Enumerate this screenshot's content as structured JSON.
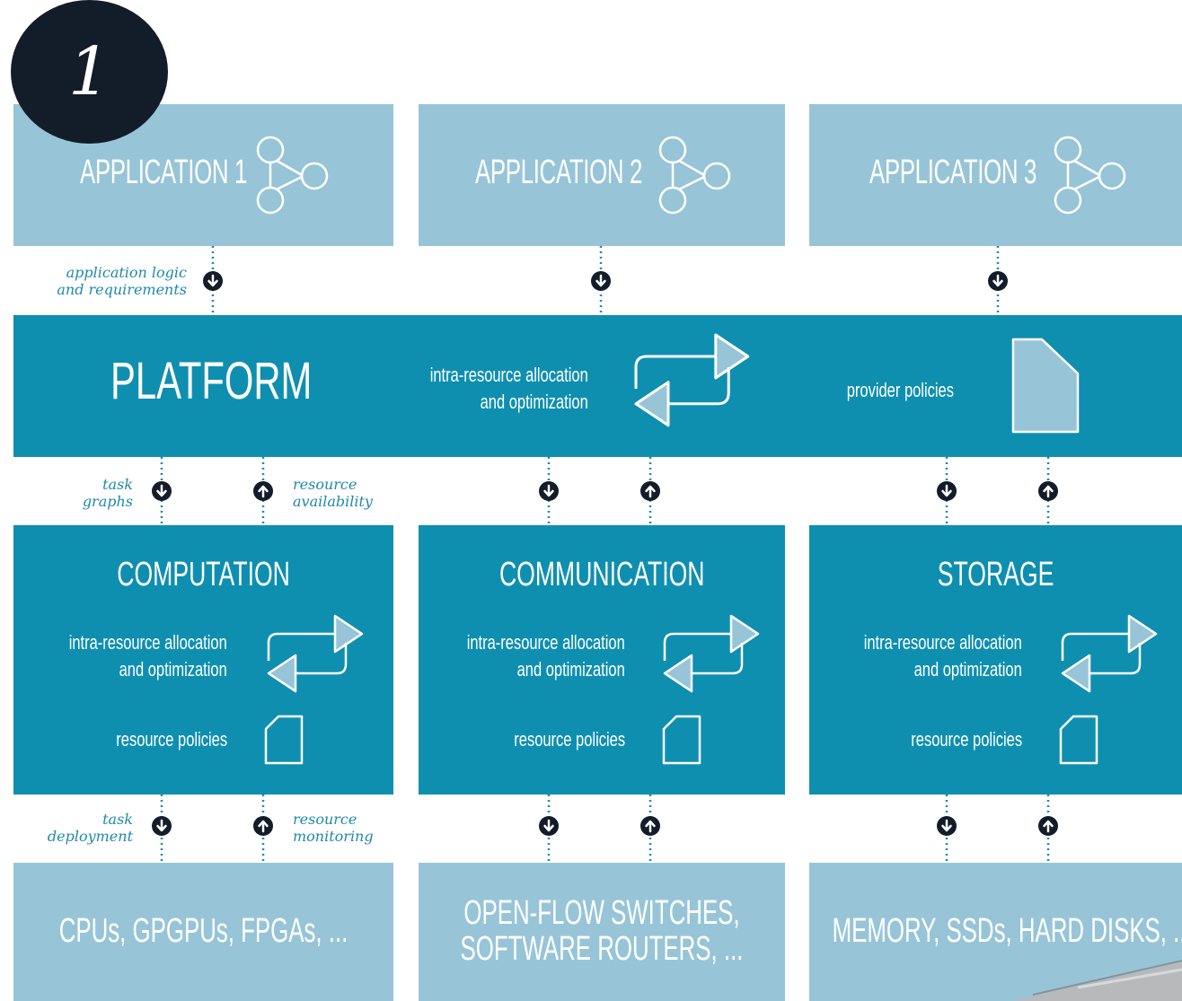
{
  "badge": "1",
  "applications": [
    {
      "title": "APPLICATION 1"
    },
    {
      "title": "APPLICATION 2"
    },
    {
      "title": "APPLICATION 3"
    }
  ],
  "app_connector_label": "application logic\nand requirements",
  "platform": {
    "title": "PLATFORM",
    "allocation": "intra-resource allocation\nand optimization",
    "policies": "provider policies"
  },
  "platform_connector_labels": {
    "down": "task\ngraphs",
    "up": "resource\navailability"
  },
  "resources": [
    {
      "title": "COMPUTATION",
      "allocation": "intra-resource allocation\nand optimization",
      "policies": "resource policies"
    },
    {
      "title": "COMMUNICATION",
      "allocation": "intra-resource allocation\nand optimization",
      "policies": "resource policies"
    },
    {
      "title": "STORAGE",
      "allocation": "intra-resource allocation\nand optimization",
      "policies": "resource policies"
    }
  ],
  "resource_connector_labels": {
    "down": "task\ndeployment",
    "up": "resource\nmonitoring"
  },
  "hardware": [
    {
      "label": "CPUs, GPGPUs, FPGAs, ..."
    },
    {
      "label": "OPEN-FLOW SWITCHES,\nSOFTWARE ROUTERS, ..."
    },
    {
      "label": "MEMORY, SSDs, HARD DISKS, ..."
    }
  ],
  "colors": {
    "light_box": "#97c5d7",
    "dark_box": "#0f8fb0",
    "badge": "#131d2a",
    "italic_text": "#1f8aa8"
  }
}
